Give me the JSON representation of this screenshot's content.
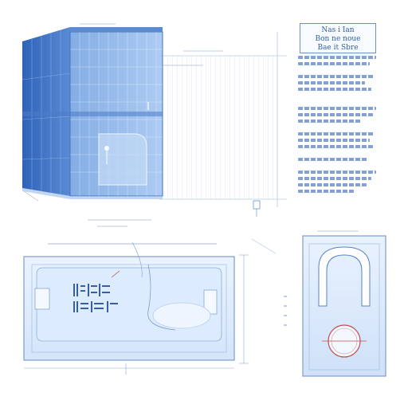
{
  "title_block": {
    "lines": [
      "Nas i Ian",
      "Bon ne noue",
      "Bae it Sbre"
    ]
  },
  "colors": {
    "glass": "#8fb6ea",
    "glass_dark": "#3f72c2",
    "line": "#7d9ccc",
    "accent": "#c0504d",
    "paper": "#ffffff"
  },
  "diagram": {
    "views": [
      "perspective-view",
      "plan-view",
      "end-elevation-view"
    ],
    "dimension_labels": []
  }
}
